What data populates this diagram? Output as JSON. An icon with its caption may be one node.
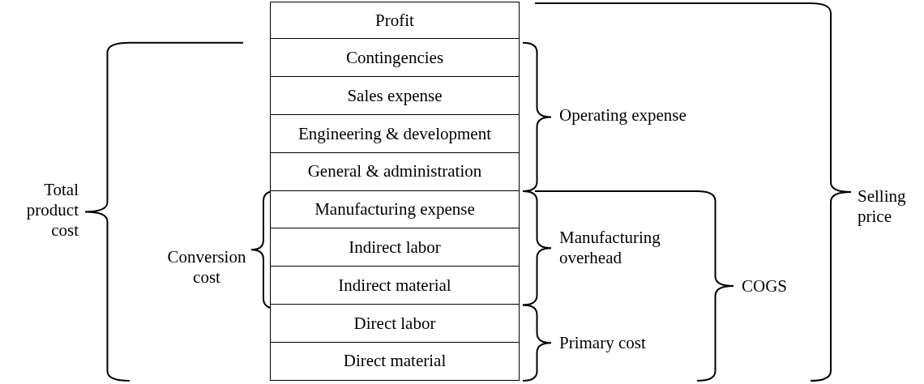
{
  "diagram": {
    "nodes": [
      {
        "text": [
          "Profit"
        ]
      },
      {
        "text": [
          "Contingencies"
        ]
      },
      {
        "text": [
          "Sales expense"
        ]
      },
      {
        "text": [
          "Engineering & development"
        ]
      },
      {
        "text": [
          "General & administration"
        ]
      },
      {
        "text": [
          "Manufacturing expense"
        ]
      },
      {
        "text": [
          "Indirect labor"
        ]
      },
      {
        "text": [
          "Indirect material"
        ]
      },
      {
        "text": [
          "Direct labor"
        ]
      },
      {
        "text": [
          "Direct material"
        ]
      }
    ],
    "edges": [],
    "labels": [
      "Total product cost",
      "Conversion cost",
      "Operating expense",
      "Manufacturing overhead",
      "Primary cost",
      "COGS",
      "Selling price"
    ]
  }
}
